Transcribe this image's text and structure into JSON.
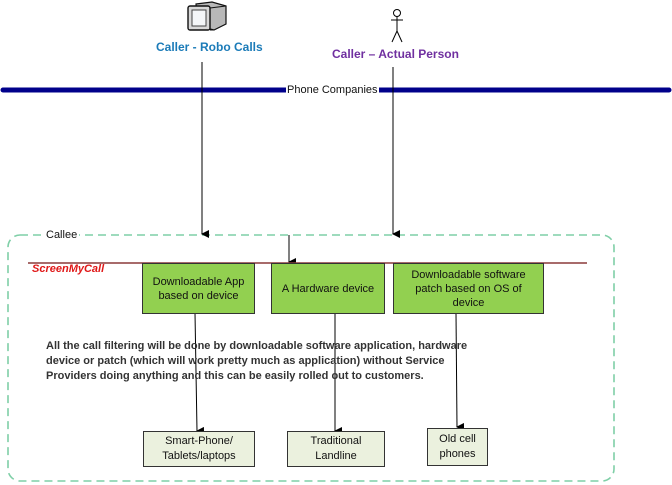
{
  "callers": {
    "robo": {
      "label": "Caller - Robo Calls",
      "icon": "computer-monitor-icon",
      "color": "#1b7bb8"
    },
    "person": {
      "label": "Caller – Actual Person",
      "icon": "stick-figure-icon",
      "color": "#7030a0"
    }
  },
  "network": {
    "label": "Phone Companies",
    "color": "#00008b"
  },
  "callee": {
    "label": "Callee",
    "border_color": "#7fcfa7",
    "brand": {
      "label": "ScreenMyCall",
      "color": "#e01818"
    },
    "solutions": [
      {
        "label": "Downloadable App based on device"
      },
      {
        "label": "A Hardware device"
      },
      {
        "label": "Downloadable software patch based on OS of device"
      }
    ],
    "note": "All the call filtering will be done by downloadable software application, hardware device or patch (which will work pretty much as application) without Service Providers doing anything and this can be easily rolled out to customers.",
    "devices": [
      {
        "label": "Smart-Phone/ Tablets/laptops"
      },
      {
        "label": "Traditional Landline"
      },
      {
        "label": "Old cell phones"
      }
    ]
  },
  "colors": {
    "solution_fill": "#92d050",
    "device_fill": "#ebf1de",
    "brand_line": "#8b3a3a"
  }
}
